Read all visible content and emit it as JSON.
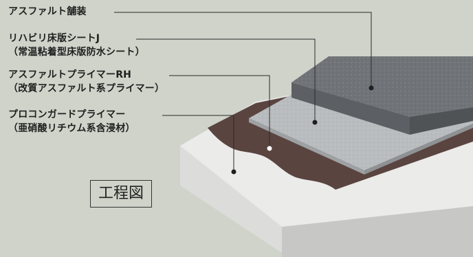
{
  "diagram": {
    "layers": [
      {
        "name": "asphalt-paving",
        "label": "アスファルト舗装"
      },
      {
        "name": "rehabiri-sheet",
        "label": "リハビリ床版シートJ",
        "sublabel": "（常温粘着型床版防水シート）"
      },
      {
        "name": "asphalt-primer",
        "label": "アスファルトプライマーRH",
        "sublabel": "（改質アスファルト系プライマー）"
      },
      {
        "name": "procon-primer",
        "label": "プロコンガードプライマー",
        "sublabel": "（亜硝酸リチウム系含浸材）"
      }
    ],
    "caption": "工程図",
    "colors": {
      "background": "#cfd3c9",
      "asphalt": "#6f7377",
      "sheet": "#b9bcbe",
      "primer_rh": "#5a4440",
      "concrete": "#ebebea"
    }
  }
}
